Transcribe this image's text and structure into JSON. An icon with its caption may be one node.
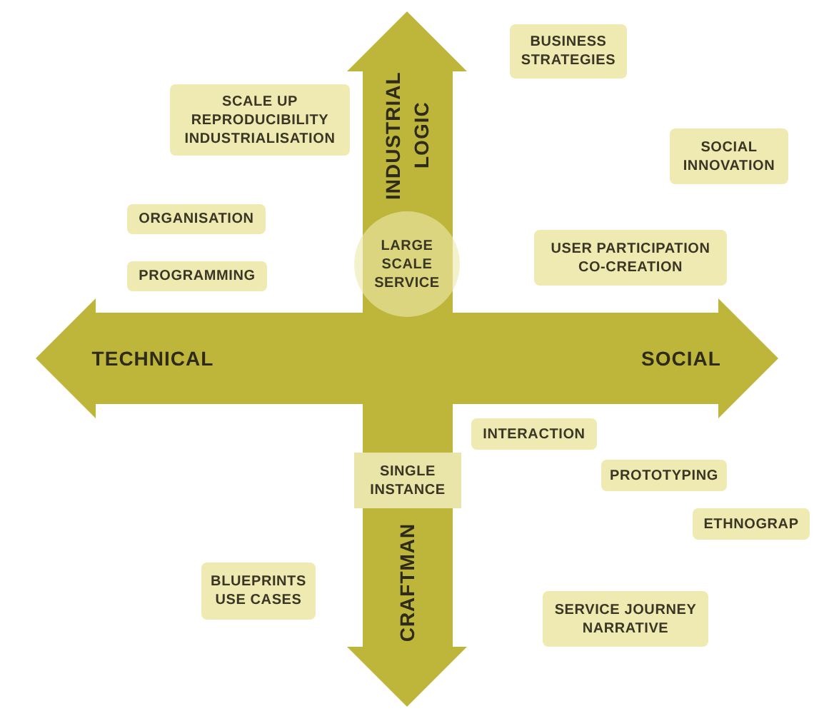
{
  "diagram": {
    "nodes": [
      {
        "text": [
          "BUSINESS STRATEGIES"
        ]
      },
      {
        "text": [
          "SCALE UP REPRODUCIBILITY INDUSTRIALISATION"
        ]
      },
      {
        "text": [
          "SOCIAL INNOVATION"
        ]
      },
      {
        "text": [
          "ORGANISATION"
        ]
      },
      {
        "text": [
          "LARGE SCALE SERVICE"
        ]
      },
      {
        "text": [
          "USER PARTICIPATION CO-CREATION"
        ]
      },
      {
        "text": [
          "PROGRAMMING"
        ]
      },
      {
        "text": [
          "INTERACTION"
        ]
      },
      {
        "text": [
          "SINGLE INSTANCE"
        ]
      },
      {
        "text": [
          "PROTOTYPING"
        ]
      },
      {
        "text": [
          "ETHNOGRAP"
        ]
      },
      {
        "text": [
          "BLUEPRINTS USE CASES"
        ]
      },
      {
        "text": [
          "SERVICE JOURNEY NARRATIVE"
        ]
      }
    ],
    "labels": [
      "INDUSTRIAL LOGIC",
      "TECHNICAL",
      "SOCIAL",
      "CRAFTMAN"
    ]
  }
}
